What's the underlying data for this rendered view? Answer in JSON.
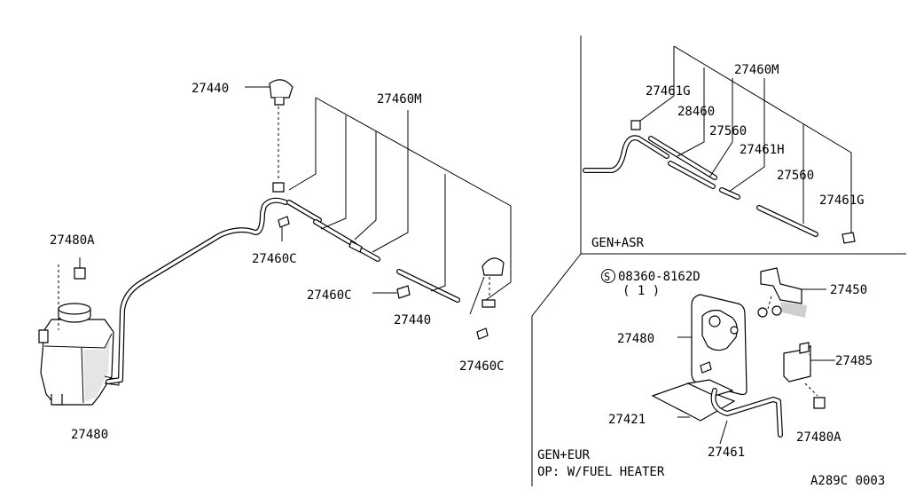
{
  "labels": {
    "nozzle_top": "27440",
    "hose_main_m": "27460M",
    "reservoir_bolt": "27480A",
    "clip_c_upper": "27460C",
    "clip_c_mid": "27460C",
    "nozzle_right": "27440",
    "clip_c_lower": "27460C",
    "reservoir": "27480"
  },
  "inset_asr": {
    "section_label": "GEN+ASR",
    "hose_m": "27460M",
    "joint_g_top": "27461G",
    "hose_28460": "28460",
    "hose_27560_top": "27560",
    "joint_h": "27461H",
    "hose_27560_right": "27560",
    "joint_g_right": "27461G"
  },
  "inset_eur": {
    "screw_symbol": "S",
    "screw_part": "08360-8162D",
    "screw_qty": "( 1 )",
    "bracket": "27450",
    "reservoir_heater": "27480",
    "heater": "27485",
    "pad": "27421",
    "hose": "27461",
    "bolt": "27480A",
    "section_label": "GEN+EUR",
    "option_note": "OP: W/FUEL HEATER"
  },
  "diagram_code": "A289C 0003"
}
